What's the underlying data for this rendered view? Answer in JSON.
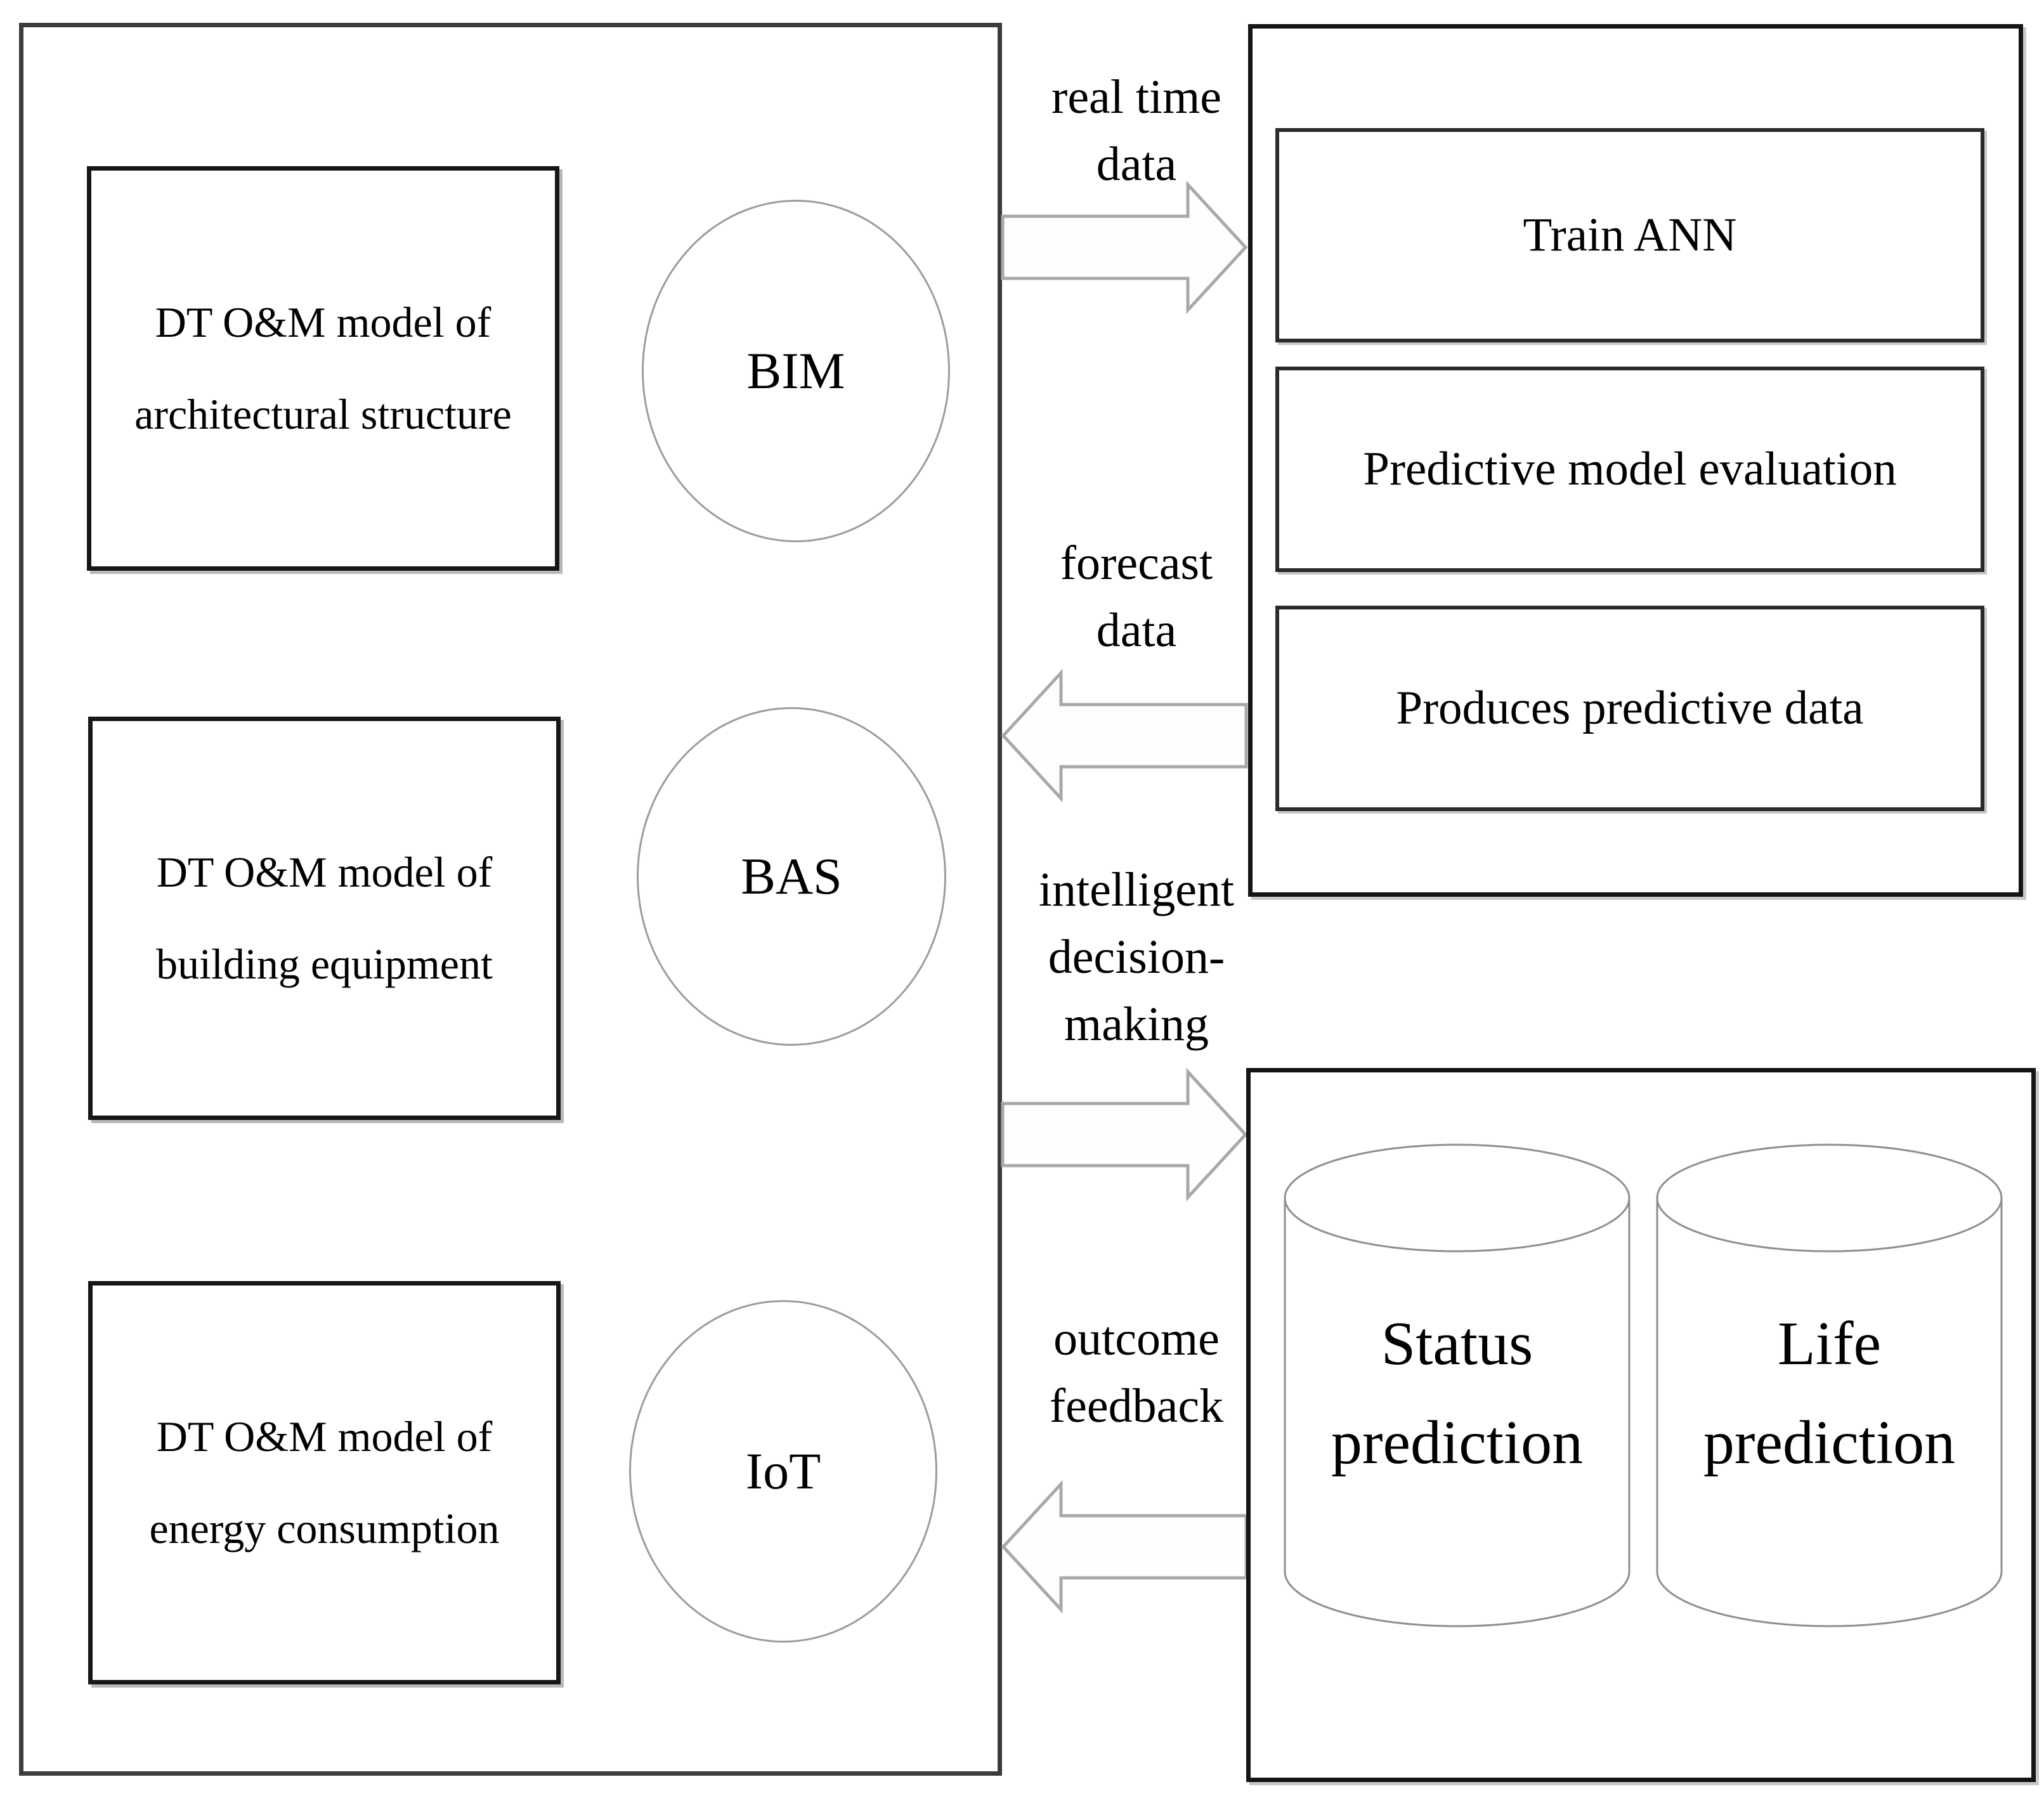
{
  "left_panel": {
    "model_boxes": [
      {
        "label": "DT O&M model of\narchitectural structure"
      },
      {
        "label": "DT O&M model of\nbuilding equipment"
      },
      {
        "label": "DT O&M model of\nenergy consumption"
      }
    ],
    "system_circles": [
      {
        "label": "BIM"
      },
      {
        "label": "BAS"
      },
      {
        "label": "IoT"
      }
    ]
  },
  "flows": [
    {
      "label": "real time\ndata",
      "direction": "right"
    },
    {
      "label": "forecast\ndata",
      "direction": "left"
    },
    {
      "label": "intelligent\ndecision-\nmaking",
      "direction": "right"
    },
    {
      "label": "outcome\nfeedback",
      "direction": "left"
    }
  ],
  "ann_panel": {
    "steps": [
      {
        "label": "Train ANN"
      },
      {
        "label": "Predictive model evaluation"
      },
      {
        "label": "Produces predictive data"
      }
    ]
  },
  "prediction_panel": {
    "databases": [
      {
        "label": "Status\nprediction"
      },
      {
        "label": "Life\nprediction"
      }
    ]
  },
  "colors": {
    "background": "#ffffff",
    "text": "#000000",
    "box_border_dark": "#141414",
    "outer_border_gray": "#3c3c3c",
    "circle_outline": "#9c9c9c",
    "cylinder_outline": "#8f8f8f",
    "arrow_outline": "#a8a8a8"
  }
}
